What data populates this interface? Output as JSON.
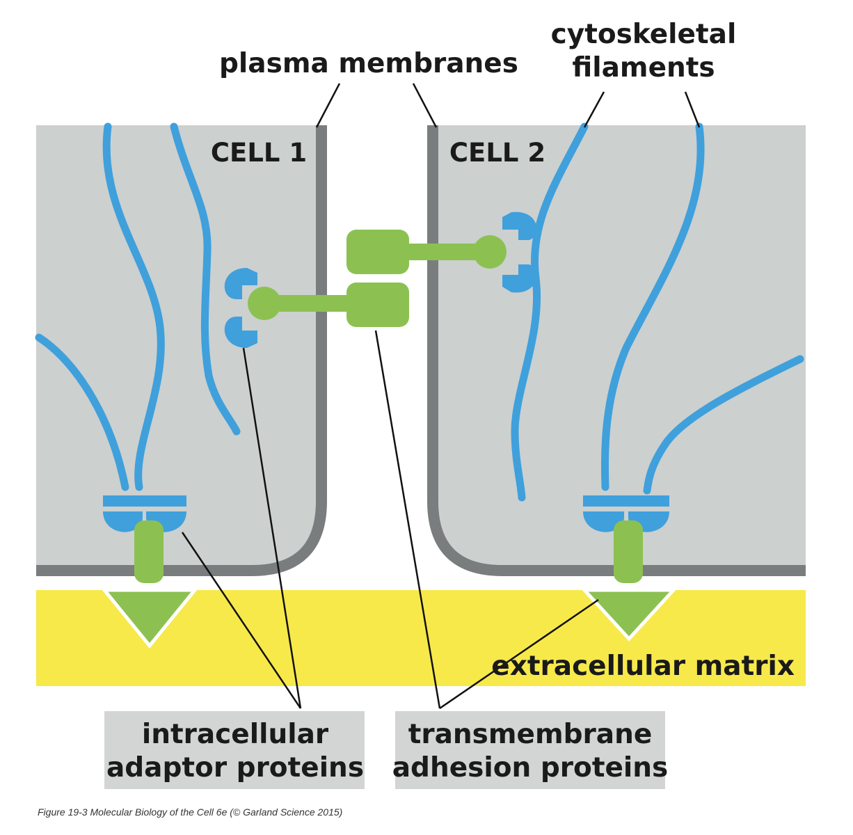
{
  "labels": {
    "plasma_membranes": "plasma membranes",
    "cytoskeletal_line1": "cytoskeletal",
    "cytoskeletal_line2": "filaments",
    "cell1": "CELL 1",
    "cell2": "CELL 2",
    "extracellular_matrix": "extracellular matrix",
    "intracellular_line1": "intracellular",
    "intracellular_line2": "adaptor proteins",
    "transmembrane_line1": "transmembrane",
    "transmembrane_line2": "adhesion proteins",
    "caption": "Figure 19-3 Molecular Biology of the Cell 6e (© Garland Science 2015)"
  },
  "colors": {
    "cell_fill": "#ccd0cf",
    "membrane": "#7a7d7e",
    "filament": "#3fa0dc",
    "adhesion_protein": "#8cc152",
    "matrix": "#f7e94a",
    "label_box": "#d3d5d4"
  },
  "icons": [
    "filament",
    "adaptor-protein",
    "adhesion-protein",
    "leader-line"
  ]
}
